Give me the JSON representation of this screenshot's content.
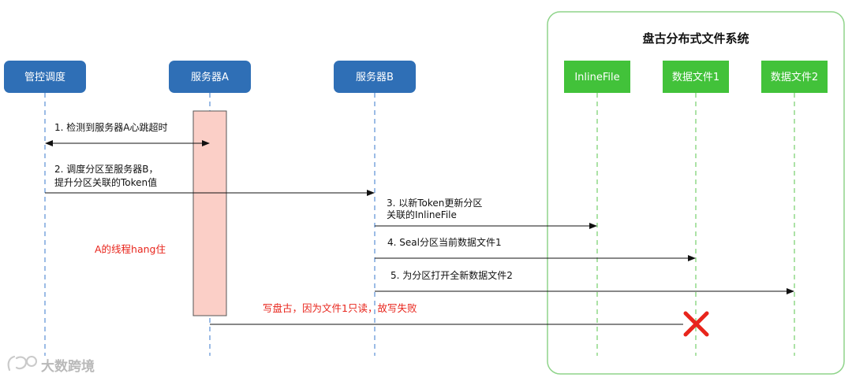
{
  "group": {
    "title": "盘古分布式文件系统",
    "border_color": "#8fd48a"
  },
  "actors": [
    {
      "id": "scheduler",
      "label": "管控调度",
      "color": "#2f6fb6"
    },
    {
      "id": "server_a",
      "label": "服务器A",
      "color": "#2f6fb6"
    },
    {
      "id": "server_b",
      "label": "服务器B",
      "color": "#2f6fb6"
    },
    {
      "id": "inline_file",
      "label": "InlineFile",
      "color": "#42c23a"
    },
    {
      "id": "data_file_1",
      "label": "数据文件1",
      "color": "#42c23a"
    },
    {
      "id": "data_file_2",
      "label": "数据文件2",
      "color": "#42c23a"
    }
  ],
  "messages": [
    {
      "step": "m1",
      "from": "scheduler",
      "to": "server_a",
      "bidirectional": true,
      "lines": [
        "1. 检测到服务器A心跳超时"
      ]
    },
    {
      "step": "m2",
      "from": "scheduler",
      "to": "server_b",
      "lines": [
        "2. 调度分区至服务器B，",
        "提升分区关联的Token值"
      ]
    },
    {
      "step": "m3",
      "from": "server_b",
      "to": "inline_file",
      "lines": [
        "3. 以新Token更新分区",
        "关联的InlineFile"
      ]
    },
    {
      "step": "m4",
      "from": "server_b",
      "to": "data_file_1",
      "lines": [
        "4. Seal分区当前数据文件1"
      ]
    },
    {
      "step": "m5",
      "from": "server_b",
      "to": "data_file_2",
      "lines": [
        "5. 为分区打开全新数据文件2"
      ]
    },
    {
      "step": "m6",
      "from": "server_a",
      "to": "data_file_1",
      "failed": true,
      "lines": [
        "写盘古，因为文件1只读，故写失败"
      ]
    }
  ],
  "notes": {
    "hang": "A的线程hang住"
  },
  "activation": {
    "actor": "server_a",
    "fill": "#fbcfc7",
    "stroke": "#555555"
  },
  "failure_mark": {
    "icon": "red-x-icon",
    "color": "#e8251c"
  },
  "watermark": {
    "text": "大数跨境",
    "icon": "brand-logo-icon"
  }
}
